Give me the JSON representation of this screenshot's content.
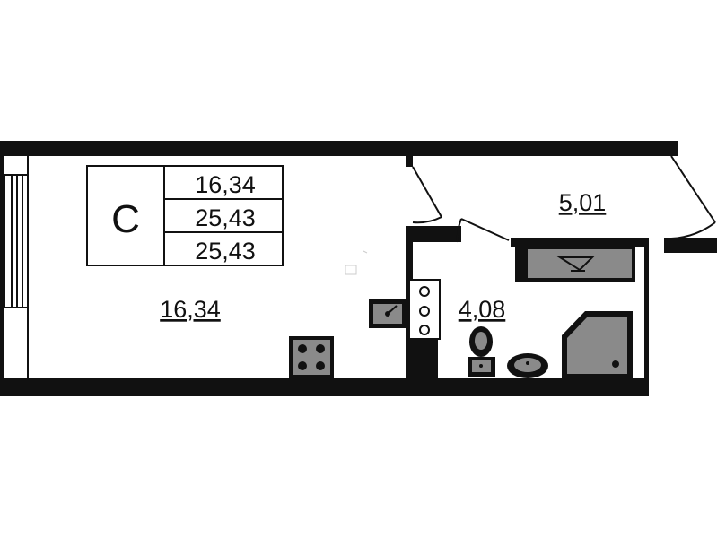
{
  "legend": {
    "type_letter": "С",
    "values": [
      "16,34",
      "25,43",
      "25,43"
    ]
  },
  "rooms": {
    "main": {
      "area": "16,34"
    },
    "hall": {
      "area": "5,01"
    },
    "bath": {
      "area": "4,08"
    }
  },
  "colors": {
    "wall": "#111111",
    "fixture_fill": "#8a8a8a",
    "background": "#ffffff"
  }
}
